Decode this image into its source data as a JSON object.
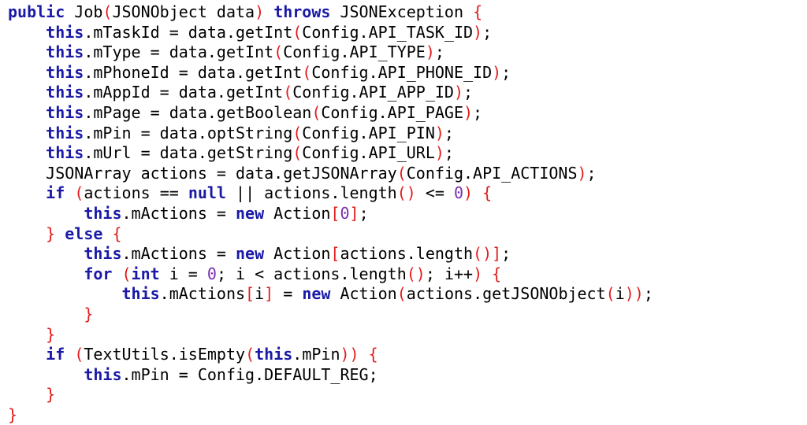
{
  "editor": {
    "indent_unit": "    ",
    "lines": [
      {
        "indent": 0,
        "tokens": [
          {
            "t": "kw",
            "v": "public"
          },
          {
            "t": "tx",
            "v": " Job"
          },
          {
            "t": "pn",
            "v": "("
          },
          {
            "t": "tx",
            "v": "JSONObject data"
          },
          {
            "t": "pn",
            "v": ")"
          },
          {
            "t": "tx",
            "v": " "
          },
          {
            "t": "kw",
            "v": "throws"
          },
          {
            "t": "tx",
            "v": " JSONException "
          },
          {
            "t": "pn",
            "v": "{"
          }
        ]
      },
      {
        "indent": 1,
        "tokens": [
          {
            "t": "kw",
            "v": "this"
          },
          {
            "t": "tx",
            "v": ".mTaskId = data.getInt"
          },
          {
            "t": "pn",
            "v": "("
          },
          {
            "t": "tx",
            "v": "Config.API_TASK_ID"
          },
          {
            "t": "pn",
            "v": ")"
          },
          {
            "t": "tx",
            "v": ";"
          }
        ]
      },
      {
        "indent": 1,
        "tokens": [
          {
            "t": "kw",
            "v": "this"
          },
          {
            "t": "tx",
            "v": ".mType = data.getInt"
          },
          {
            "t": "pn",
            "v": "("
          },
          {
            "t": "tx",
            "v": "Config.API_TYPE"
          },
          {
            "t": "pn",
            "v": ")"
          },
          {
            "t": "tx",
            "v": ";"
          }
        ]
      },
      {
        "indent": 1,
        "tokens": [
          {
            "t": "kw",
            "v": "this"
          },
          {
            "t": "tx",
            "v": ".mPhoneId = data.getInt"
          },
          {
            "t": "pn",
            "v": "("
          },
          {
            "t": "tx",
            "v": "Config.API_PHONE_ID"
          },
          {
            "t": "pn",
            "v": ")"
          },
          {
            "t": "tx",
            "v": ";"
          }
        ]
      },
      {
        "indent": 1,
        "tokens": [
          {
            "t": "kw",
            "v": "this"
          },
          {
            "t": "tx",
            "v": ".mAppId = data.getInt"
          },
          {
            "t": "pn",
            "v": "("
          },
          {
            "t": "tx",
            "v": "Config.API_APP_ID"
          },
          {
            "t": "pn",
            "v": ")"
          },
          {
            "t": "tx",
            "v": ";"
          }
        ]
      },
      {
        "indent": 1,
        "tokens": [
          {
            "t": "kw",
            "v": "this"
          },
          {
            "t": "tx",
            "v": ".mPage = data.getBoolean"
          },
          {
            "t": "pn",
            "v": "("
          },
          {
            "t": "tx",
            "v": "Config.API_PAGE"
          },
          {
            "t": "pn",
            "v": ")"
          },
          {
            "t": "tx",
            "v": ";"
          }
        ]
      },
      {
        "indent": 1,
        "tokens": [
          {
            "t": "kw",
            "v": "this"
          },
          {
            "t": "tx",
            "v": ".mPin = data.optString"
          },
          {
            "t": "pn",
            "v": "("
          },
          {
            "t": "tx",
            "v": "Config.API_PIN"
          },
          {
            "t": "pn",
            "v": ")"
          },
          {
            "t": "tx",
            "v": ";"
          }
        ]
      },
      {
        "indent": 1,
        "tokens": [
          {
            "t": "kw",
            "v": "this"
          },
          {
            "t": "tx",
            "v": ".mUrl = data.getString"
          },
          {
            "t": "pn",
            "v": "("
          },
          {
            "t": "tx",
            "v": "Config.API_URL"
          },
          {
            "t": "pn",
            "v": ")"
          },
          {
            "t": "tx",
            "v": ";"
          }
        ]
      },
      {
        "indent": 1,
        "tokens": [
          {
            "t": "tx",
            "v": "JSONArray actions = data.getJSONArray"
          },
          {
            "t": "pn",
            "v": "("
          },
          {
            "t": "tx",
            "v": "Config.API_ACTIONS"
          },
          {
            "t": "pn",
            "v": ")"
          },
          {
            "t": "tx",
            "v": ";"
          }
        ]
      },
      {
        "indent": 1,
        "tokens": [
          {
            "t": "kw",
            "v": "if"
          },
          {
            "t": "tx",
            "v": " "
          },
          {
            "t": "pn",
            "v": "("
          },
          {
            "t": "tx",
            "v": "actions == "
          },
          {
            "t": "kw",
            "v": "null"
          },
          {
            "t": "tx",
            "v": " || actions.length"
          },
          {
            "t": "pn",
            "v": "()"
          },
          {
            "t": "tx",
            "v": " <= "
          },
          {
            "t": "nm",
            "v": "0"
          },
          {
            "t": "pn",
            "v": ")"
          },
          {
            "t": "tx",
            "v": " "
          },
          {
            "t": "pn",
            "v": "{"
          }
        ]
      },
      {
        "indent": 2,
        "tokens": [
          {
            "t": "kw",
            "v": "this"
          },
          {
            "t": "tx",
            "v": ".mActions = "
          },
          {
            "t": "kw",
            "v": "new"
          },
          {
            "t": "tx",
            "v": " Action"
          },
          {
            "t": "pn",
            "v": "["
          },
          {
            "t": "nm",
            "v": "0"
          },
          {
            "t": "pn",
            "v": "]"
          },
          {
            "t": "tx",
            "v": ";"
          }
        ]
      },
      {
        "indent": 1,
        "tokens": [
          {
            "t": "pn",
            "v": "}"
          },
          {
            "t": "tx",
            "v": " "
          },
          {
            "t": "kw",
            "v": "else"
          },
          {
            "t": "tx",
            "v": " "
          },
          {
            "t": "pn",
            "v": "{"
          }
        ]
      },
      {
        "indent": 2,
        "tokens": [
          {
            "t": "kw",
            "v": "this"
          },
          {
            "t": "tx",
            "v": ".mActions = "
          },
          {
            "t": "kw",
            "v": "new"
          },
          {
            "t": "tx",
            "v": " Action"
          },
          {
            "t": "pn",
            "v": "["
          },
          {
            "t": "tx",
            "v": "actions.length"
          },
          {
            "t": "pn",
            "v": "()]"
          },
          {
            "t": "tx",
            "v": ";"
          }
        ]
      },
      {
        "indent": 2,
        "tokens": [
          {
            "t": "kw",
            "v": "for"
          },
          {
            "t": "tx",
            "v": " "
          },
          {
            "t": "pn",
            "v": "("
          },
          {
            "t": "kw",
            "v": "int"
          },
          {
            "t": "tx",
            "v": " i = "
          },
          {
            "t": "nm",
            "v": "0"
          },
          {
            "t": "tx",
            "v": "; i < actions.length"
          },
          {
            "t": "pn",
            "v": "()"
          },
          {
            "t": "tx",
            "v": "; i++"
          },
          {
            "t": "pn",
            "v": ")"
          },
          {
            "t": "tx",
            "v": " "
          },
          {
            "t": "pn",
            "v": "{"
          }
        ]
      },
      {
        "indent": 3,
        "tokens": [
          {
            "t": "kw",
            "v": "this"
          },
          {
            "t": "tx",
            "v": ".mActions"
          },
          {
            "t": "pn",
            "v": "["
          },
          {
            "t": "tx",
            "v": "i"
          },
          {
            "t": "pn",
            "v": "]"
          },
          {
            "t": "tx",
            "v": " = "
          },
          {
            "t": "kw",
            "v": "new"
          },
          {
            "t": "tx",
            "v": " Action"
          },
          {
            "t": "pn",
            "v": "("
          },
          {
            "t": "tx",
            "v": "actions.getJSONObject"
          },
          {
            "t": "pn",
            "v": "("
          },
          {
            "t": "tx",
            "v": "i"
          },
          {
            "t": "pn",
            "v": "))"
          },
          {
            "t": "tx",
            "v": ";"
          }
        ]
      },
      {
        "indent": 2,
        "tokens": [
          {
            "t": "pn",
            "v": "}"
          }
        ]
      },
      {
        "indent": 1,
        "tokens": [
          {
            "t": "pn",
            "v": "}"
          }
        ]
      },
      {
        "indent": 1,
        "tokens": [
          {
            "t": "kw",
            "v": "if"
          },
          {
            "t": "tx",
            "v": " "
          },
          {
            "t": "pn",
            "v": "("
          },
          {
            "t": "tx",
            "v": "TextUtils.isEmpty"
          },
          {
            "t": "pn",
            "v": "("
          },
          {
            "t": "kw",
            "v": "this"
          },
          {
            "t": "tx",
            "v": ".mPin"
          },
          {
            "t": "pn",
            "v": "))"
          },
          {
            "t": "tx",
            "v": " "
          },
          {
            "t": "pn",
            "v": "{"
          }
        ]
      },
      {
        "indent": 2,
        "tokens": [
          {
            "t": "kw",
            "v": "this"
          },
          {
            "t": "tx",
            "v": ".mPin = Config.DEFAULT_REG;"
          }
        ]
      },
      {
        "indent": 1,
        "tokens": [
          {
            "t": "pn",
            "v": "}"
          }
        ]
      },
      {
        "indent": 0,
        "tokens": [
          {
            "t": "pn",
            "v": "}"
          }
        ]
      }
    ]
  },
  "colors": {
    "keyword": "#1a1aa6",
    "punctuation": "#e31b1b",
    "number": "#7a2fb0",
    "text": "#000000",
    "background": "#ffffff"
  }
}
